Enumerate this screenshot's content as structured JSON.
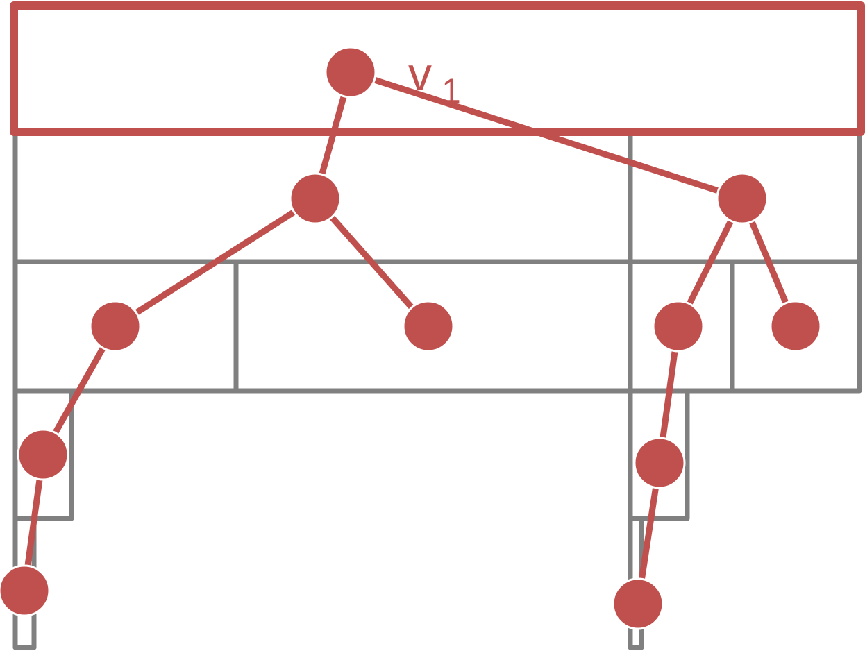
{
  "colors": {
    "tree": "#c0504d",
    "grid": "#808080",
    "background": "#ffffff"
  },
  "tree": {
    "nodes": [
      {
        "id": "v1",
        "label_main": "v",
        "label_sub": "1"
      },
      {
        "id": "n2"
      },
      {
        "id": "n3"
      },
      {
        "id": "n4"
      },
      {
        "id": "n5"
      },
      {
        "id": "n6"
      },
      {
        "id": "n7"
      },
      {
        "id": "n8"
      },
      {
        "id": "n9"
      },
      {
        "id": "n10"
      },
      {
        "id": "n11"
      },
      {
        "id": "n12"
      }
    ],
    "edges": [
      [
        "v1",
        "n2"
      ],
      [
        "v1",
        "n3"
      ],
      [
        "n2",
        "n4"
      ],
      [
        "n2",
        "n5"
      ],
      [
        "n3",
        "n6"
      ],
      [
        "n3",
        "n7"
      ],
      [
        "n4",
        "n8"
      ],
      [
        "n8",
        "n9"
      ],
      [
        "n6",
        "n10"
      ],
      [
        "n10",
        "n11"
      ]
    ]
  }
}
